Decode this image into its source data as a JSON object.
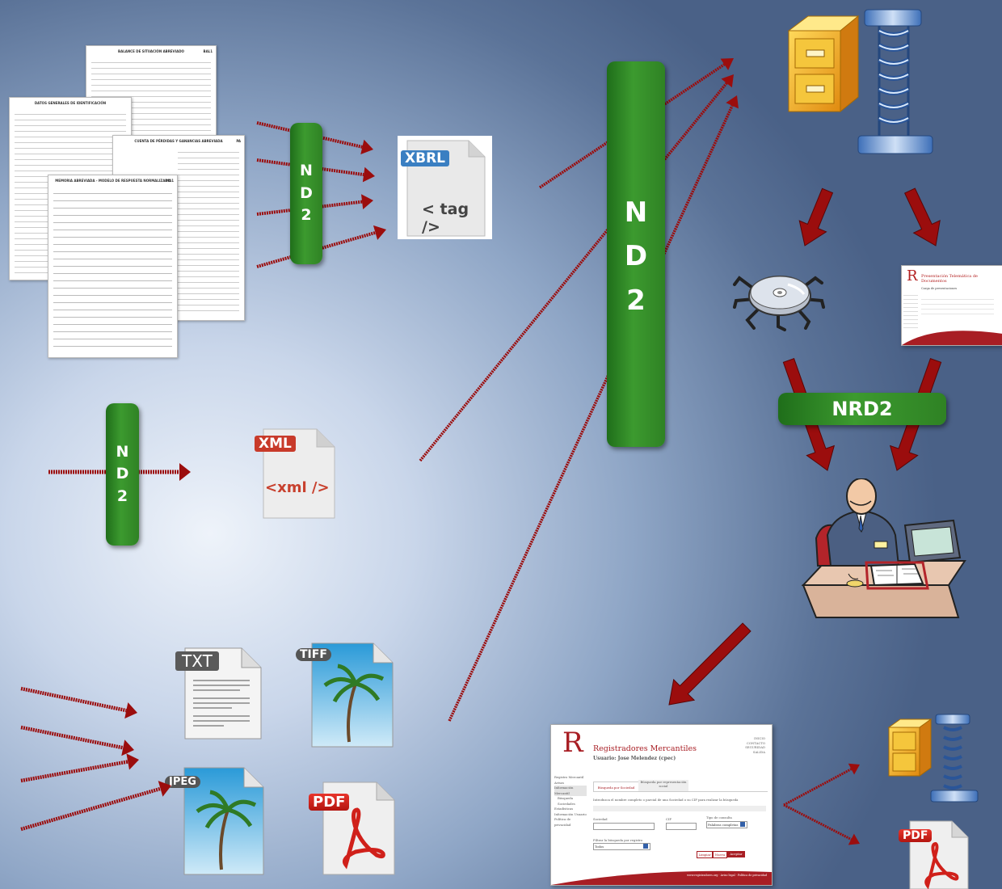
{
  "pills": {
    "left_top": [
      "N",
      "D",
      "2"
    ],
    "left_mid": [
      "N",
      "D",
      "2"
    ],
    "center": [
      "N",
      "D",
      "2"
    ],
    "nrd2": "NRD2"
  },
  "forms": {
    "form1_title": "BALANCE DE SITUACIÓN ABREVIADO",
    "form1_code": "BAL1",
    "form2_title": "DATOS GENERALES DE IDENTIFICACIÓN",
    "form3_title": "CUENTA DE PÉRDIDAS Y GANANCIAS ABREVIADA",
    "form3_code": "PA",
    "form4_title": "MEMORIA ABREVIADA - MODELO DE RESPUESTA NORMALIZADA",
    "form4_code": "MA1"
  },
  "files": {
    "xbrl_label": "XBRL",
    "xbrl_text": "< tag />",
    "xml_label": "XML",
    "xml_text": "<xml />",
    "txt_label": "TXT",
    "tiff_label": "TIFF",
    "jpeg_label": "JPEG",
    "pdf_label": "PDF",
    "pdf_small_label": "PDF"
  },
  "screen_small": {
    "title": "Presentación Telemática de Documentos",
    "subtitle": "Carga de presentaciones"
  },
  "registro": {
    "title": "Registradores Mercantiles",
    "user": "Usuario: Jose Melendez (cpec)",
    "top_links": [
      "INICIO",
      "CONTACTO",
      "SEGURIDAD",
      "SALIDA"
    ],
    "nav": [
      "Registro Mercantil",
      "Avisos",
      "Información Mercantil",
      "Búsqueda Sociedades",
      "Estadísticas",
      "Información Usuario",
      "Política de privacidad"
    ],
    "tab1": "Búsqueda por Sociedad",
    "tab2": "Búsqueda por representación social",
    "intro": "Introduzca el nombre completo o parcial de una Sociedad o su CIF para realizar la búsqueda",
    "field_sociedad": "Sociedad",
    "field_cif": "CIF",
    "field_tipo": "Tipo de consulta",
    "tipo_value": "Palabras completas",
    "field_filtro": "Filtrar la búsqueda por registro",
    "filtro_value": "Todos",
    "btn_limpiar": "Limpiar",
    "btn_nueva": "Nueva",
    "btn_aceptar": "Aceptar",
    "footer": "www.registradores.org · Aviso legal · Política de privacidad"
  },
  "colors": {
    "arrow": "#9b0d0d",
    "pill": "#2f8224",
    "xbrl": "#3a7fc2",
    "xml": "#c83a2a",
    "pdf": "#d0201a"
  }
}
